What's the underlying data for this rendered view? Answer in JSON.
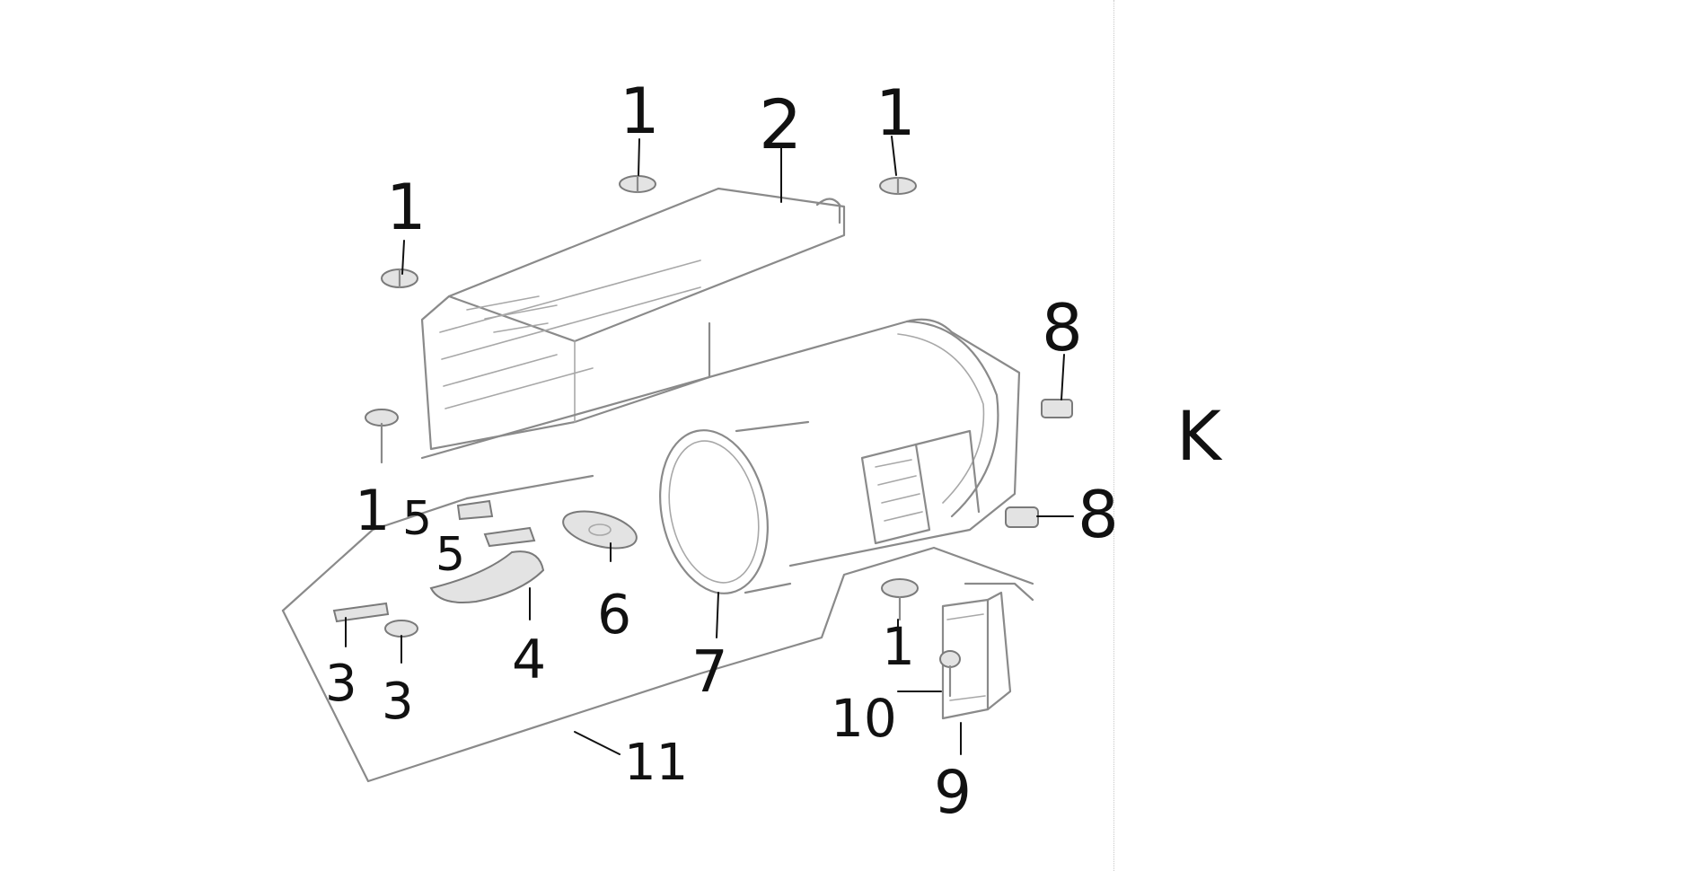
{
  "diagram": {
    "view_letter": "K",
    "callouts": [
      {
        "id": "c1",
        "label": "1"
      },
      {
        "id": "c2",
        "label": "1"
      },
      {
        "id": "c3",
        "label": "2"
      },
      {
        "id": "c4",
        "label": "1"
      },
      {
        "id": "c5",
        "label": "8"
      },
      {
        "id": "c6",
        "label": "8"
      },
      {
        "id": "c7",
        "label": "1"
      },
      {
        "id": "c8",
        "label": "5"
      },
      {
        "id": "c9",
        "label": "5"
      },
      {
        "id": "c10",
        "label": "6"
      },
      {
        "id": "c11",
        "label": "4"
      },
      {
        "id": "c12",
        "label": "3"
      },
      {
        "id": "c13",
        "label": "3"
      },
      {
        "id": "c14",
        "label": "7"
      },
      {
        "id": "c15",
        "label": "1"
      },
      {
        "id": "c16",
        "label": "10"
      },
      {
        "id": "c17",
        "label": "9"
      },
      {
        "id": "c18",
        "label": "11"
      }
    ]
  }
}
